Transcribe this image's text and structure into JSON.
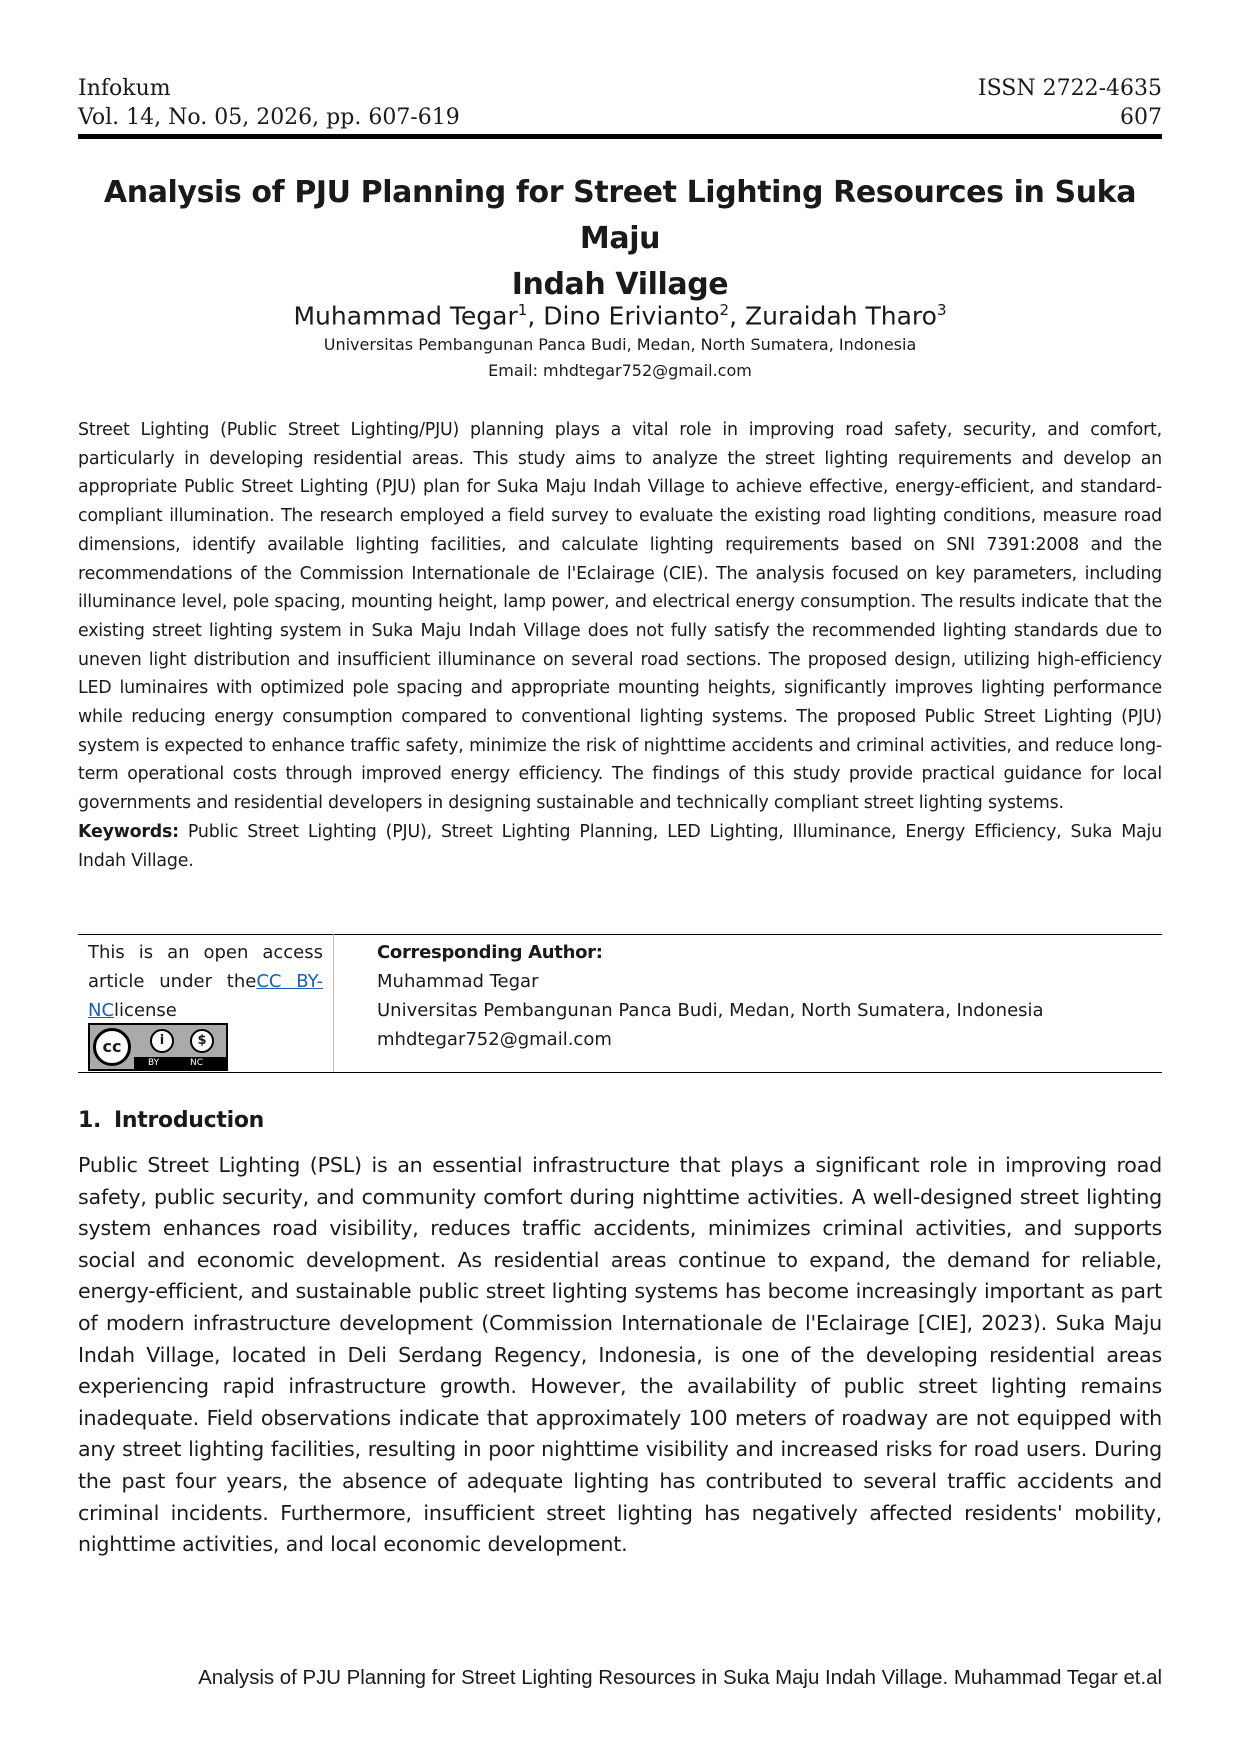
{
  "header": {
    "journal": "Infokum",
    "volume": "Vol. 14, No. 05, 2026, pp. 607-619",
    "issn": "ISSN 2722-4635",
    "page_number": "607"
  },
  "title_line1": "Analysis of PJU Planning for Street Lighting Resources in Suka Maju",
  "title_line2": "Indah Village",
  "authors": [
    {
      "name": "Muhammad Tegar",
      "sup": "1"
    },
    {
      "name": "Dino Erivianto",
      "sup": "2"
    },
    {
      "name": "Zuraidah Tharo",
      "sup": "3"
    }
  ],
  "affiliation": "Universitas Pembangunan Panca Budi, Medan, North Sumatera, Indonesia",
  "email_line": "Email: mhdtegar752@gmail.com",
  "abstract": "Street Lighting (Public Street Lighting/PJU) planning plays a vital role in improving road safety, security, and comfort, particularly in developing residential areas. This study aims to analyze the street lighting requirements and develop an appropriate Public Street Lighting (PJU) plan for Suka Maju Indah Village to achieve effective, energy-efficient, and standard-compliant illumination. The research employed a field survey to evaluate the existing road lighting conditions, measure road dimensions, identify available lighting facilities, and calculate lighting requirements based on SNI 7391:2008 and the recommendations of the Commission Internationale de l'Eclairage (CIE). The analysis focused on key parameters, including illuminance level, pole spacing, mounting height, lamp power, and electrical energy consumption. The results indicate that the existing street lighting system in Suka Maju Indah Village does not fully satisfy the recommended lighting standards due to uneven light distribution and insufficient illuminance on several road sections. The proposed design, utilizing high-efficiency LED luminaires with optimized pole spacing and appropriate mounting heights, significantly improves lighting performance while reducing energy consumption compared to conventional lighting systems. The proposed Public Street Lighting (PJU) system is expected to enhance traffic safety, minimize the risk of nighttime accidents and criminal activities, and reduce long-term operational costs through improved energy efficiency. The findings of this study provide practical guidance for local governments and residential developers in designing sustainable and technically compliant street lighting systems.",
  "keywords_label": "Keywords:",
  "keywords_text": "Public Street Lighting (PJU), Street Lighting Planning, LED Lighting, Illuminance, Energy Efficiency, Suka Maju Indah Village.",
  "open_access": {
    "text_before": "This is an open access article under the",
    "link": "CC BY-NC",
    "text_after": "license",
    "badge_cc": "cc",
    "badge_by": "BY",
    "badge_nc": "NC"
  },
  "corresponding": {
    "label": "Corresponding Author:",
    "name": "Muhammad Tegar",
    "affiliation": "Universitas Pembangunan Panca Budi, Medan, North Sumatera, Indonesia",
    "email": "mhdtegar752@gmail.com"
  },
  "section": {
    "number": "1.",
    "title": "Introduction"
  },
  "intro": "Public Street Lighting (PSL) is an essential infrastructure that plays a significant role in improving road safety, public security, and community comfort during nighttime activities. A well-designed street lighting system enhances road visibility, reduces traffic accidents, minimizes criminal activities, and supports social and economic development. As residential areas continue to expand, the demand for reliable, energy-efficient, and sustainable public street lighting systems has become increasingly important as part of modern infrastructure development (Commission Internationale de l'Eclairage [CIE], 2023). Suka Maju Indah Village, located in Deli Serdang Regency, Indonesia, is one of the developing residential areas experiencing rapid infrastructure growth. However, the availability of public street lighting remains inadequate. Field observations indicate that approximately 100 meters of roadway are not equipped with any street lighting facilities, resulting in poor nighttime visibility and increased risks for road users. During the past four years, the absence of adequate lighting has contributed to several traffic accidents and criminal incidents. Furthermore, insufficient street lighting has negatively affected residents' mobility, nighttime activities, and local economic development.",
  "footer": "Analysis of PJU Planning for Street Lighting Resources in Suka Maju Indah Village. Muhammad Tegar et.al"
}
